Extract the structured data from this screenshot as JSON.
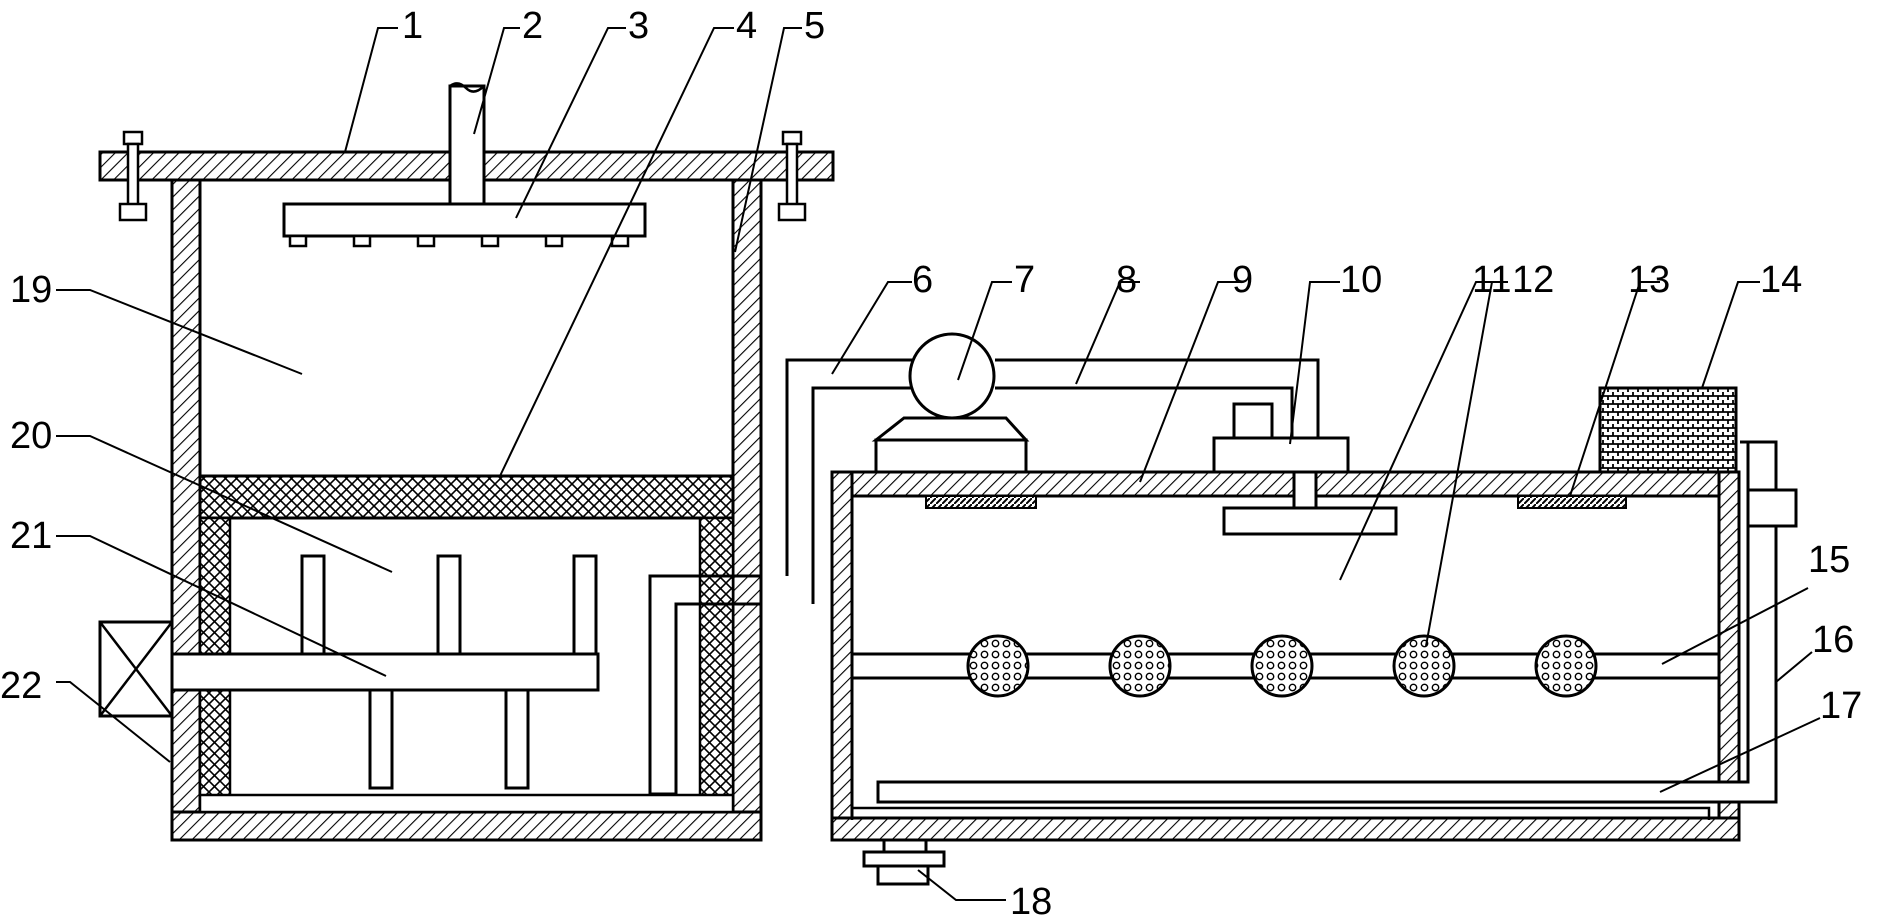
{
  "labels": {
    "l1": "1",
    "l2": "2",
    "l3": "3",
    "l4": "4",
    "l5": "5",
    "l6": "6",
    "l7": "7",
    "l8": "8",
    "l9": "9",
    "l10": "10",
    "l11": "11",
    "l12": "12",
    "l13": "13",
    "l14": "14",
    "l15": "15",
    "l16": "16",
    "l17": "17",
    "l18": "18",
    "l19": "19",
    "l20": "20",
    "l21": "21",
    "l22": "22"
  },
  "colors": {
    "stroke": "#000000",
    "fill": "#ffffff"
  }
}
